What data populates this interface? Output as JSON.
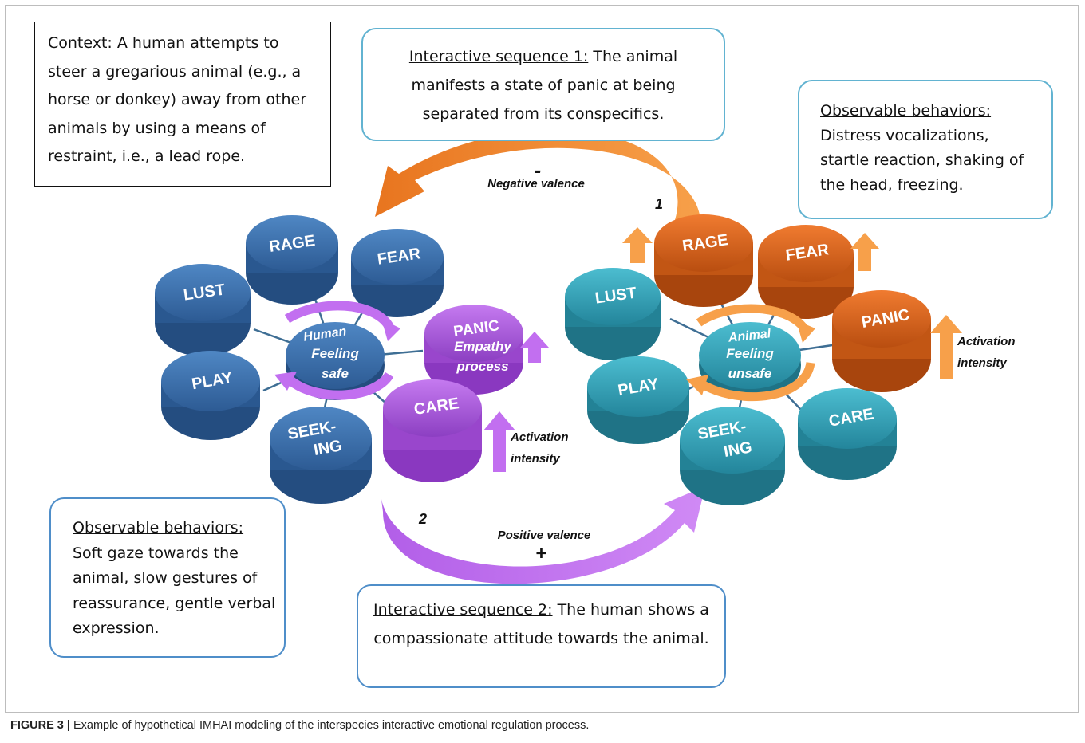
{
  "context": {
    "heading": "Context:",
    "text": " A human attempts to steer a gregarious animal (e.g., a horse or donkey) away from other animals by using a means of restraint, i.e., a lead rope."
  },
  "seq1": {
    "heading": "Interactive sequence 1:",
    "text": "  The animal manifests a state of panic at being separated from its conspecifics."
  },
  "obs_animal": {
    "heading": "Observable behaviors:",
    "text": "Distress vocalizations, startle reaction, shaking of the head, freezing."
  },
  "obs_human": {
    "heading": "Observable behaviors:",
    "text": "Soft gaze towards the animal, slow gestures of reassurance, gentle verbal expression."
  },
  "seq2": {
    "heading": "Interactive sequence 2:",
    "text": " The human shows a compassionate attitude towards the animal."
  },
  "arrows": {
    "negative_sign": "-",
    "negative_label": "Negative valence",
    "negative_number": "1",
    "positive_sign": "+",
    "positive_label": "Positive valence",
    "positive_number": "2"
  },
  "human": {
    "center": [
      "Human",
      "Feeling",
      "safe"
    ],
    "rage": "RAGE",
    "fear": "FEAR",
    "lust": "LUST",
    "play": "PLAY",
    "seeking": [
      "SEEK-",
      "ING"
    ],
    "panic": "PANIC",
    "empathy": [
      "Empathy",
      "process"
    ],
    "care": "CARE",
    "activation": [
      "Activation",
      "intensity"
    ]
  },
  "animal": {
    "center": [
      "Animal",
      "Feeling",
      "unsafe"
    ],
    "rage": "RAGE",
    "fear": "FEAR",
    "lust": "LUST",
    "play": "PLAY",
    "seeking": [
      "SEEK-",
      "ING"
    ],
    "panic": "PANIC",
    "care": "CARE",
    "activation": [
      "Activation",
      "intensity"
    ]
  },
  "colors": {
    "human_blue": "#3a6fae",
    "purple": "#b15ee8",
    "animal_teal": "#2f9db3",
    "orange": "#e0651c",
    "arrow_orange": "#f7a04a",
    "box_blue": "#62b3d1"
  },
  "caption": {
    "label": "FIGURE 3 |",
    "text": " Example of hypothetical IMHAI modeling of the interspecies interactive emotional regulation process."
  }
}
